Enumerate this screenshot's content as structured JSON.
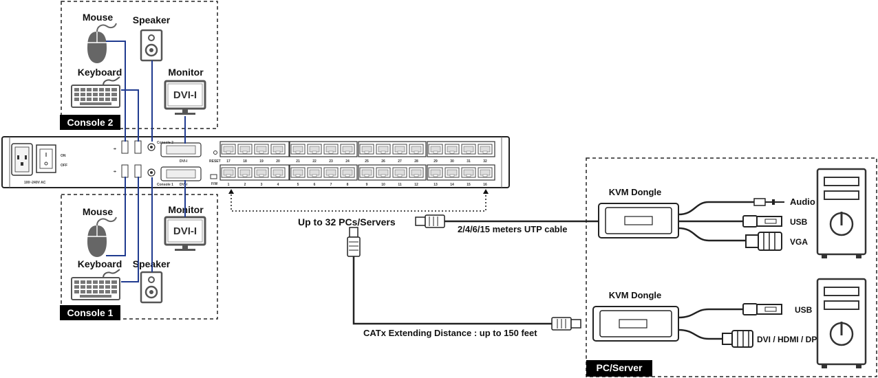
{
  "console2": {
    "title": "Console 2",
    "mouse": "Mouse",
    "speaker": "Speaker",
    "keyboard": "Keyboard",
    "monitor": "Monitor",
    "monitor_screen": "DVI-I"
  },
  "console1": {
    "title": "Console 1",
    "mouse": "Mouse",
    "speaker": "Speaker",
    "keyboard": "Keyboard",
    "monitor": "Monitor",
    "monitor_screen": "DVI-I"
  },
  "kvm_panel": {
    "power_on": "ON",
    "power_off": "OFF",
    "voltage": "100~240V AC",
    "console2_label": "Console 2",
    "console1_label": "Console 1",
    "dvi_label": "DVI-I",
    "reset_label": "RESET",
    "fw_label": "F/W",
    "port_numbers_top": [
      "17",
      "18",
      "19",
      "20",
      "21",
      "22",
      "23",
      "24",
      "25",
      "26",
      "27",
      "28",
      "29",
      "30",
      "31",
      "32"
    ],
    "port_numbers_bottom": [
      "1",
      "2",
      "3",
      "4",
      "5",
      "6",
      "7",
      "8",
      "9",
      "10",
      "11",
      "12",
      "13",
      "14",
      "15",
      "16"
    ]
  },
  "connections": {
    "pcs_label": "Up to 32 PCs/Servers",
    "utp_label": "2/4/6/15 meters UTP cable",
    "catx_label": "CATx Extending Distance : up to 150 feet"
  },
  "pc_server": {
    "title": "PC/Server",
    "dongle1": {
      "title": "KVM Dongle",
      "audio": "Audio",
      "usb": "USB",
      "video": "VGA"
    },
    "dongle2": {
      "title": "KVM Dongle",
      "usb": "USB",
      "video": "DVI / HDMI / DP"
    }
  },
  "colors": {
    "kvm_cable": "#1f3a8f",
    "line": "#222222",
    "tag_bg": "#000000"
  }
}
